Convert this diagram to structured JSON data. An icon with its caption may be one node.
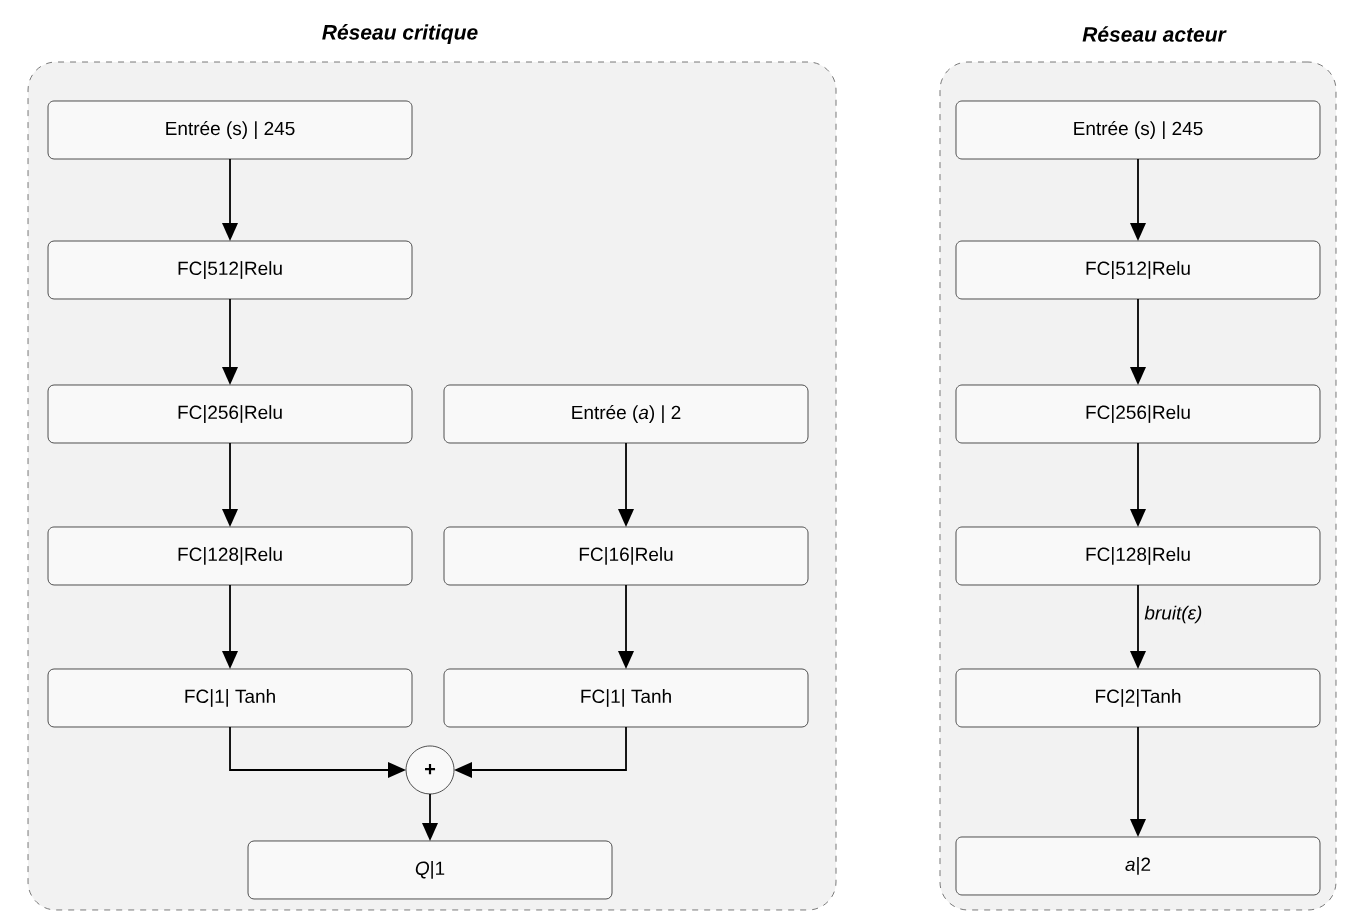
{
  "diagram": {
    "nodes": [
      {
        "text": [
          "Réseau critique"
        ]
      },
      {
        "text": [
          "Entrée (s) | 245"
        ],
        "in": 0
      },
      {
        "text": [
          "FC|512|Relu"
        ],
        "in": 0
      },
      {
        "text": [
          "FC|256|Relu"
        ],
        "in": 0
      },
      {
        "text": [
          "Entrée (*a*) | 2"
        ],
        "in": 0
      },
      {
        "text": [
          "FC|128|Relu"
        ],
        "in": 0
      },
      {
        "text": [
          "FC|16|Relu"
        ],
        "in": 0
      },
      {
        "text": [
          "FC|1| Tanh"
        ],
        "in": 0
      },
      {
        "text": [
          "FC|1| Tanh"
        ],
        "in": 0
      },
      {
        "text": [
          "+"
        ],
        "in": 0
      },
      {
        "text": [
          "*Q*|1"
        ],
        "in": 0
      },
      {
        "text": [
          "Réseau acteur"
        ]
      },
      {
        "text": [
          "Entrée (s) | 245"
        ],
        "in": 11
      },
      {
        "text": [
          "FC|512|Relu"
        ],
        "in": 11
      },
      {
        "text": [
          "FC|256|Relu"
        ],
        "in": 11
      },
      {
        "text": [
          "FC|128|Relu"
        ],
        "in": 11
      },
      {
        "text": [
          "FC|2|Tanh"
        ],
        "in": 11
      },
      {
        "text": [
          "*a*|2"
        ],
        "in": 11
      }
    ],
    "edges": [
      {
        "from": 1,
        "to": 2,
        "arrow": "to"
      },
      {
        "from": 2,
        "to": 3,
        "arrow": "to"
      },
      {
        "from": 3,
        "to": 5,
        "arrow": "to"
      },
      {
        "from": 5,
        "to": 7,
        "arrow": "to"
      },
      {
        "from": 4,
        "to": 6,
        "arrow": "to"
      },
      {
        "from": 6,
        "to": 8,
        "arrow": "to"
      },
      {
        "from": 7,
        "to": 9,
        "arrow": "to"
      },
      {
        "from": 8,
        "to": 9,
        "arrow": "to"
      },
      {
        "from": 9,
        "to": 10,
        "arrow": "to"
      },
      {
        "from": 12,
        "to": 13,
        "arrow": "to"
      },
      {
        "from": 13,
        "to": 14,
        "arrow": "to"
      },
      {
        "from": 14,
        "to": 15,
        "arrow": "to"
      },
      {
        "from": 15,
        "to": 16,
        "arrow": "to",
        "label": "bruit(ε)"
      },
      {
        "from": 16,
        "to": 17,
        "arrow": "to"
      }
    ]
  }
}
